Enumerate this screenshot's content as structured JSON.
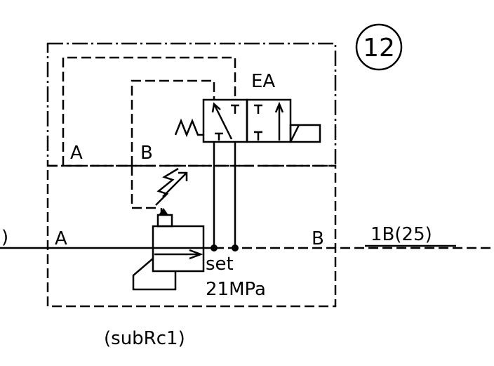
{
  "diagram": {
    "callout_number": "12",
    "port_labels": {
      "left_edge": ")",
      "line_a": "A",
      "line_b": "B",
      "pilot_a": "A",
      "pilot_b": "B",
      "valve_ea": "EA"
    },
    "line_label_right": "1B(25)",
    "set_label": "set",
    "set_value": "21MPa",
    "block_label": "(subRc1)"
  }
}
